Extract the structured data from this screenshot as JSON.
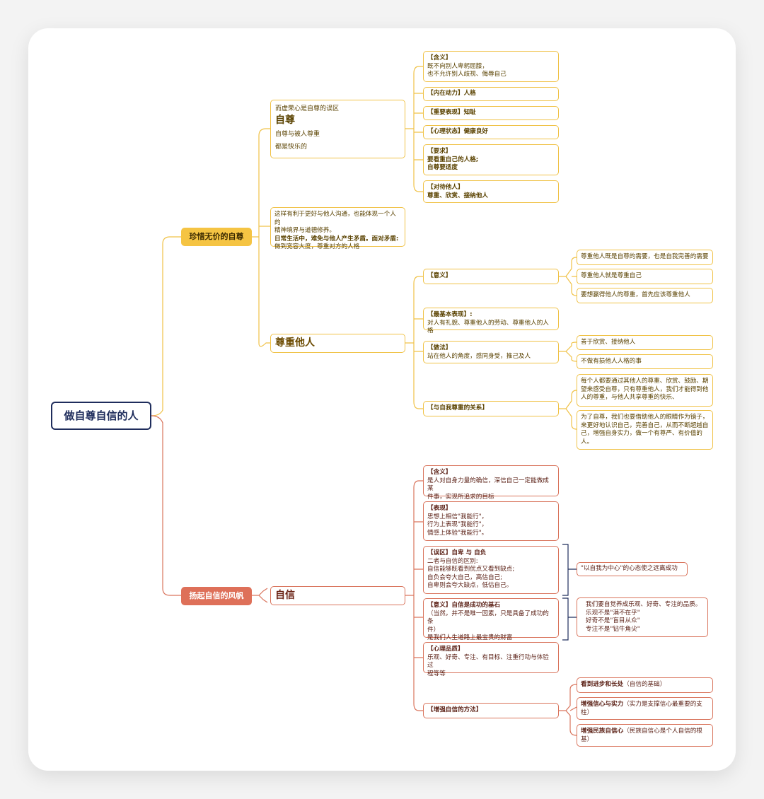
{
  "root": "做自尊自信的人",
  "branch1": {
    "label": "珍惜无价的自尊",
    "self_respect": {
      "line1": "而虚荣心是自尊的误区",
      "title": "自尊",
      "line2": "自尊与被人尊重",
      "line3": "都是快乐的"
    },
    "benefit": {
      "line1": "这样有利于更好与他人沟通，也能体现一个人的",
      "line2": "精神境界与道德修养。",
      "line3": "日常生活中，难免与他人产生矛盾。面对矛盾:",
      "line4": "做到宽容大度，尊重对方的人格"
    },
    "self_respect_children": [
      {
        "head": "【含义】",
        "l1": "既不向别人卑躬屈膝，",
        "l2": "也不允许别人歧视、侮辱自己"
      },
      {
        "head": "【内在动力】人格"
      },
      {
        "head": "【重要表现】知耻"
      },
      {
        "head": "【心理状态】健康良好"
      },
      {
        "head": "【要求】",
        "l1": "要看重自己的人格;",
        "l2": "自尊要适度"
      },
      {
        "head": "【对待他人】",
        "l1": "尊重、欣赏、接纳他人"
      }
    ],
    "respect_others": {
      "title": "尊重他人",
      "meaning": "【意义】",
      "meaning_items": [
        "尊重他人既是自尊的需要，也是自我完善的需要",
        "尊重他人就是尊重自己",
        "要想赢得他人的尊重，首先应该尊重他人"
      ],
      "basic": {
        "head": "【最基本表现】:",
        "l1": "对人有礼貌、尊重他人的劳动、尊重他人的人格"
      },
      "method": {
        "head": "【做法】",
        "l1": "站在他人的角度，感同身受，推己及人"
      },
      "method_items": [
        "善于欣赏、接纳他人",
        "不做有损他人人格的事"
      ],
      "relation": "【与自我尊重的关系】",
      "relation_items": [
        {
          "l1": "每个人都要通过其他人的尊重、欣赏、鼓励、期",
          "l2": "望来感受自尊，只有尊重他人，我们才能得到他",
          "l3": "人的尊重，与他人共享尊重的快乐、"
        },
        {
          "l1": "为了自尊，我们也要借助他人的眼睛作为镜子，",
          "l2": "来更好地认识自己，完善自己，从而不断超越自",
          "l3": "己，增强自身实力，做一个有尊严、有价值的",
          "l4": "人。"
        }
      ]
    }
  },
  "branch2": {
    "label": "扬起自信的风帆",
    "title": "自信",
    "children": [
      {
        "head": "【含义】",
        "l1": "是人对自身力量的确信，深信自己一定能做成某",
        "l2": "件事，实现所追求的目标"
      },
      {
        "head": "【表现】",
        "l1": "思想上相信\"我能行\"，",
        "l2": "行为上表现\"我能行\"，",
        "l3": "情感上体验\"我能行\"。"
      },
      {
        "head": "【误区】自卑 与 自负",
        "l1": "二者与自信的区别:",
        "l2": "自信能够既看到优点又看到缺点;",
        "l3": "自负会夸大自己，高估自己;",
        "l4": "自卑则会夸大缺点，低估自己。"
      },
      {
        "head": "【意义】自信是成功的基石",
        "l1": "（当然，并不是唯一因素，只是具备了成功的条",
        "l2": "件）",
        "l3": "是我们人生道路上最宝贵的财富"
      },
      {
        "head": "【心理品质】",
        "l1": "乐观、好奇、专注、有目标、注重行动与体验过",
        "l2": "程等等"
      },
      {
        "head": "【增强自信的方法】"
      }
    ],
    "misconception_note": "\"以自我为中心\"的心态使之远离成功",
    "quality_note": {
      "l1": "我们要自觉养成乐观、好奇、专注的品质。",
      "l2": "乐观不是\"满不在乎\"",
      "l3": "好奇不是\"盲目从众\"",
      "l4": "专注不是\"钻牛角尖\""
    },
    "methods": [
      {
        "bold": "看到进步和长处",
        "rest": "（自信的基础）"
      },
      {
        "bold": "增强信心与实力",
        "rest": "（实力是支撑信心最重要的支",
        "rest2": "柱）"
      },
      {
        "bold": "增强民族自信心",
        "rest": "（民族自信心是个人自信的根",
        "rest2": "基）"
      }
    ]
  },
  "colors": {
    "yellow": "#f0c247",
    "red": "#d9745c",
    "navy": "#1f2d5c"
  }
}
